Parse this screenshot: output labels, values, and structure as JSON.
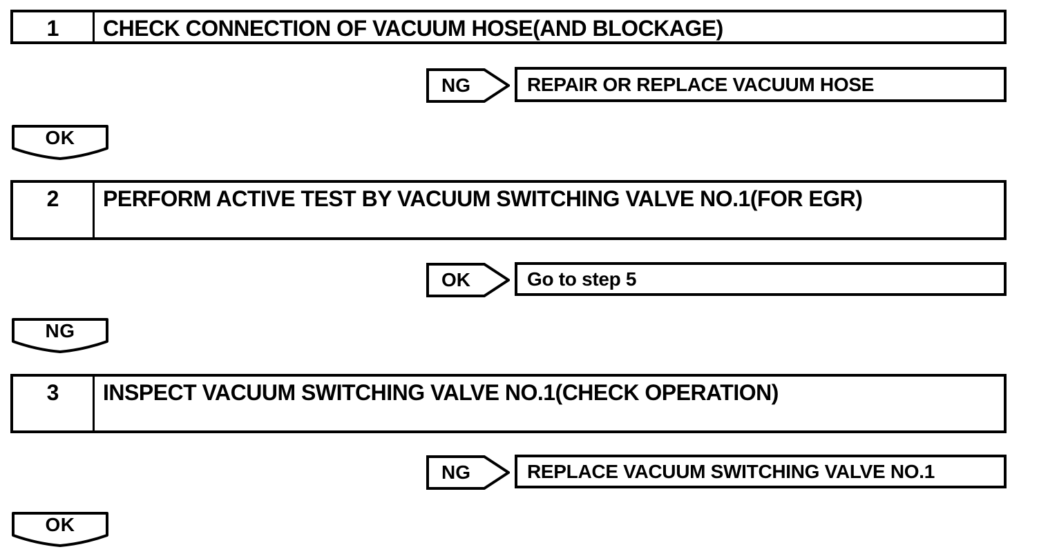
{
  "document": {
    "type": "troubleshooting-flowchart",
    "ink_color": "#000000",
    "paper_color": "#ffffff",
    "steps": [
      {
        "number": "1",
        "title": "CHECK CONNECTION OF VACUUM HOSE(AND BLOCKAGE)",
        "branch": {
          "label": "NG",
          "result": "REPAIR OR REPLACE VACUUM HOSE"
        },
        "continue_label": "OK"
      },
      {
        "number": "2",
        "title": "PERFORM ACTIVE TEST BY VACUUM SWITCHING VALVE NO.1(FOR EGR)",
        "branch": {
          "label": "OK",
          "result": "Go to step 5"
        },
        "continue_label": "NG"
      },
      {
        "number": "3",
        "title": "INSPECT VACUUM SWITCHING VALVE NO.1(CHECK OPERATION)",
        "branch": {
          "label": "NG",
          "result": "REPLACE VACUUM SWITCHING VALVE NO.1"
        },
        "continue_label": "OK"
      }
    ]
  }
}
